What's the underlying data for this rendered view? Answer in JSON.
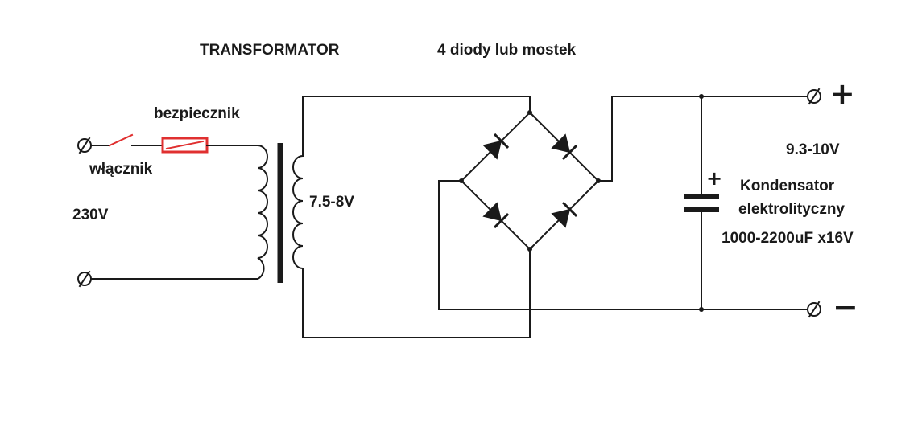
{
  "labels": {
    "transformer": "TRANSFORMATOR",
    "bridge": "4 diody lub mostek",
    "fuse": "bezpiecznik",
    "switch": "włącznik",
    "input_voltage": "230V",
    "secondary_voltage": "7.5-8V",
    "output_voltage": "9.3-10V",
    "capacitor_line1": "Kondensator",
    "capacitor_line2": "elektrolityczny",
    "capacitor_value": "1000-2200uF x16V"
  },
  "symbols": {
    "positive": "+",
    "negative": "−",
    "capacitor_polarity": "+"
  },
  "colors": {
    "line": "#1a1a1a",
    "fuse": "#e03030"
  }
}
